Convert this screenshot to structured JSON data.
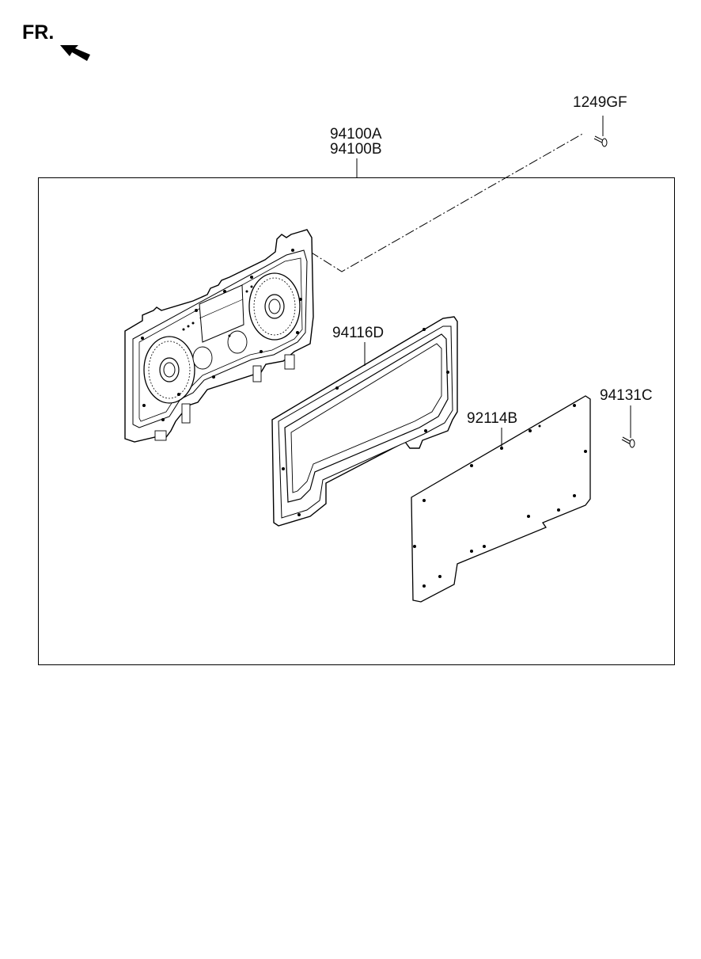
{
  "direction_marker": {
    "label": "FR.",
    "icon": "front-arrow-icon"
  },
  "callouts": {
    "assembly_a": "94100A",
    "assembly_b": "94100B",
    "screw_top": "1249GF",
    "gasket": "94116D",
    "screw_right": "94131C",
    "back_cover": "92114B"
  },
  "colors": {
    "line": "#000000",
    "background": "#ffffff"
  }
}
